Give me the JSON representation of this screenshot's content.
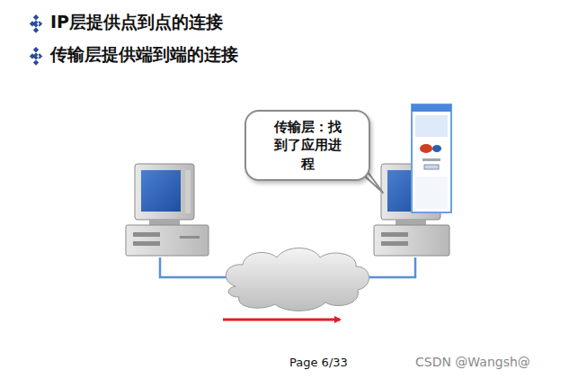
{
  "diagram": {
    "nodes": [
      {
        "text": [
          "传输层：找到了应用进程"
        ]
      }
    ],
    "labels": [
      "IP层提供点到点的连接",
      "传输层提供端到端的连接",
      "Page 6/33",
      "CSDN @Wangsh@"
    ]
  }
}
